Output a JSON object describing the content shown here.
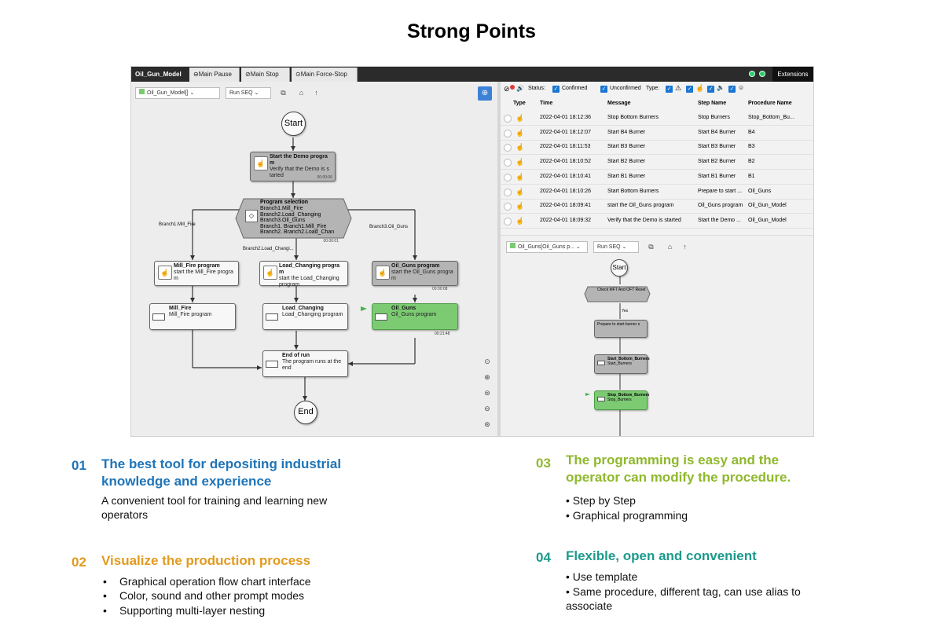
{
  "title": "Strong Points",
  "app": {
    "model_tab": "Oil_Gun_Model",
    "tabs": [
      "Main Pause",
      "Main Stop",
      "Main Force-Stop"
    ],
    "extensions": "Extensions",
    "colors": {
      "running": "#7ccb73",
      "completed": "#b4b4b4",
      "checkbox": "#1a76d2"
    },
    "left_toolbar": {
      "model_combo": "Oil_Gun_Model[]",
      "mode_combo": "Run SEQ"
    },
    "flow": {
      "start": "Start",
      "end": "End",
      "start_demo": {
        "title": "Start the Demo progra m",
        "desc": "Verify that the Demo is s tarted",
        "time": "00:00:06"
      },
      "program_selection": {
        "title": "Program selection",
        "lines": [
          "Branch1.Mill_Fire",
          "Branch2.Load_Changing",
          "Branch3.Oil_Guns",
          "Branch1. Branch1.Mill_Fire",
          "Branch2. Branch2.Load_Chan"
        ],
        "time": "00:00:01"
      },
      "branch_labels": [
        "Branch1.Mill_Fire",
        "Branch2.Load_Changi...",
        "Branch3.Oil_Guns"
      ],
      "mill_fire_program": {
        "title": "Mill_Fire program",
        "desc": "start the Mill_Fire progra m"
      },
      "load_changing_program": {
        "title": "Load_Changing progra m",
        "desc": "start the Load_Changing program"
      },
      "oil_guns_program": {
        "title": "Oil_Guns program",
        "desc": "start the Oil_Guns progra m",
        "time": "00:00:08"
      },
      "mill_fire": {
        "title": "Mill_Fire",
        "desc": "Mill_Fire program"
      },
      "load_changing": {
        "title": "Load_Changing",
        "desc": "Load_Changing program"
      },
      "oil_guns": {
        "title": "Oil_Guns",
        "desc": "Oil_Guns program",
        "time": "00:21:48"
      },
      "end_of_run": {
        "title": "End of run",
        "desc": "The program runs at the end"
      }
    },
    "log": {
      "filter": {
        "status_label": "Status:",
        "confirmed": "Confirmed",
        "unconfirmed": "Unconfirmed",
        "type_label": "Type:"
      },
      "columns": [
        "Type",
        "Time",
        "Message",
        "Step Name",
        "Procedure Name"
      ],
      "rows": [
        {
          "time": "2022-04-01 18:12:36",
          "message": "Stop Bottom Burners",
          "step": "Stop Burners",
          "procedure": "Stop_Bottom_Bu..."
        },
        {
          "time": "2022-04-01 18:12:07",
          "message": "Start B4 Burner",
          "step": "Start B4 Burner",
          "procedure": "B4"
        },
        {
          "time": "2022-04-01 18:11:53",
          "message": "Start B3 Burner",
          "step": "Start B3 Burner",
          "procedure": "B3"
        },
        {
          "time": "2022-04-01 18:10:52",
          "message": "Start B2 Burner",
          "step": "Start B2 Burner",
          "procedure": "B2"
        },
        {
          "time": "2022-04-01 18:10:41",
          "message": "Start B1 Burner",
          "step": "Start B1 Burner",
          "procedure": "B1"
        },
        {
          "time": "2022-04-01 18:10:26",
          "message": "Start Bottom Burners",
          "step": "Prepare to start ...",
          "procedure": "Oil_Guns"
        },
        {
          "time": "2022-04-01 18:09:41",
          "message": "start the Oil_Guns program",
          "step": "Oil_Guns program",
          "procedure": "Oil_Gun_Model"
        },
        {
          "time": "2022-04-01 18:09:32",
          "message": "Verify that the Demo is started",
          "step": "Start the Demo ...",
          "procedure": "Oil_Gun_Model"
        }
      ]
    },
    "right_toolbar": {
      "model_combo": "Oil_Guns[Oil_Guns p...",
      "mode_combo": "Run SEQ"
    },
    "mini_flow": {
      "start": "Start",
      "check": "Check MFT And OFT Reset",
      "yes_label": "Yes",
      "prepare": "Prepare to start burner s",
      "start_bottom": "Start_Bottom_Burners",
      "start_bottom_desc": "Start_Burners",
      "stop_bottom": "Stop_Bottom_Burners",
      "stop_bottom_desc": "Stop_Burners"
    }
  },
  "points": [
    {
      "num": "01",
      "title": "The best tool for depositing industrial knowledge and experience",
      "text": "A convenient tool for training and learning new operators",
      "color": "#1e74b8"
    },
    {
      "num": "02",
      "title": "Visualize the production process",
      "bullets": [
        "Graphical operation flow chart interface",
        "Color, sound and other prompt modes",
        "Supporting multi-layer nesting"
      ],
      "color": "#e29a1d"
    },
    {
      "num": "03",
      "title": "The programming is easy and the operator can modify the procedure.",
      "bullets": [
        "• Step by Step",
        "• Graphical programming"
      ],
      "color": "#8fb82c"
    },
    {
      "num": "04",
      "title": "Flexible, open and convenient",
      "bullets": [
        "• Use template",
        "• Same procedure, different tag, can use alias to associate"
      ],
      "color": "#1c9a8c"
    }
  ]
}
